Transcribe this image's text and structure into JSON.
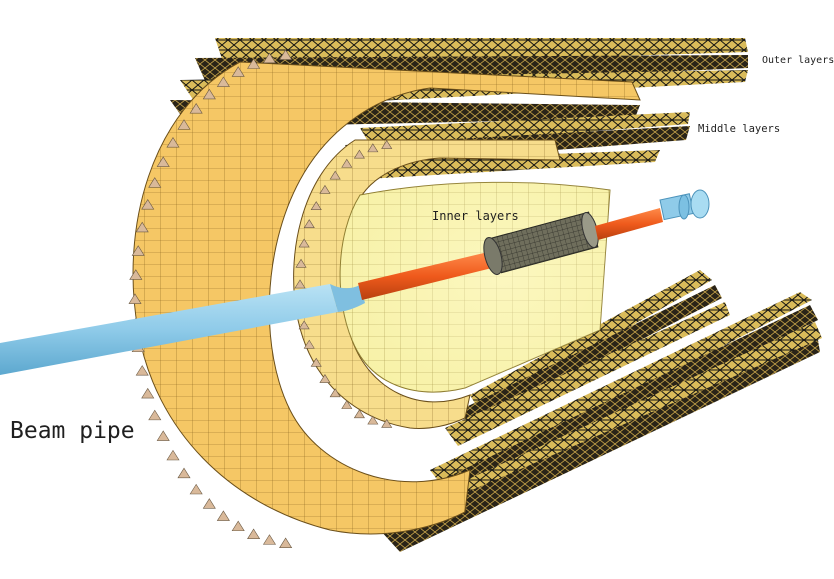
{
  "labels": {
    "outer": "Outer layers",
    "middle": "Middle layers",
    "inner": "Inner layers",
    "beam_pipe": "Beam pipe"
  },
  "colors": {
    "background": "#ffffff",
    "inner_surface": "#f7f1a6",
    "middle_surface": "#f7d985",
    "outer_surface": "#f6c868",
    "surface_grid": "#8a6b2a",
    "truss": "#151515",
    "truss_face": "#cfb04f",
    "bracket": "#d9b99a",
    "beam_pipe": "#8fcbe9",
    "beam_pipe_core": "#ef5a1c",
    "pixel_module": "#5e5e50",
    "label_text": "#1f1f1f"
  }
}
